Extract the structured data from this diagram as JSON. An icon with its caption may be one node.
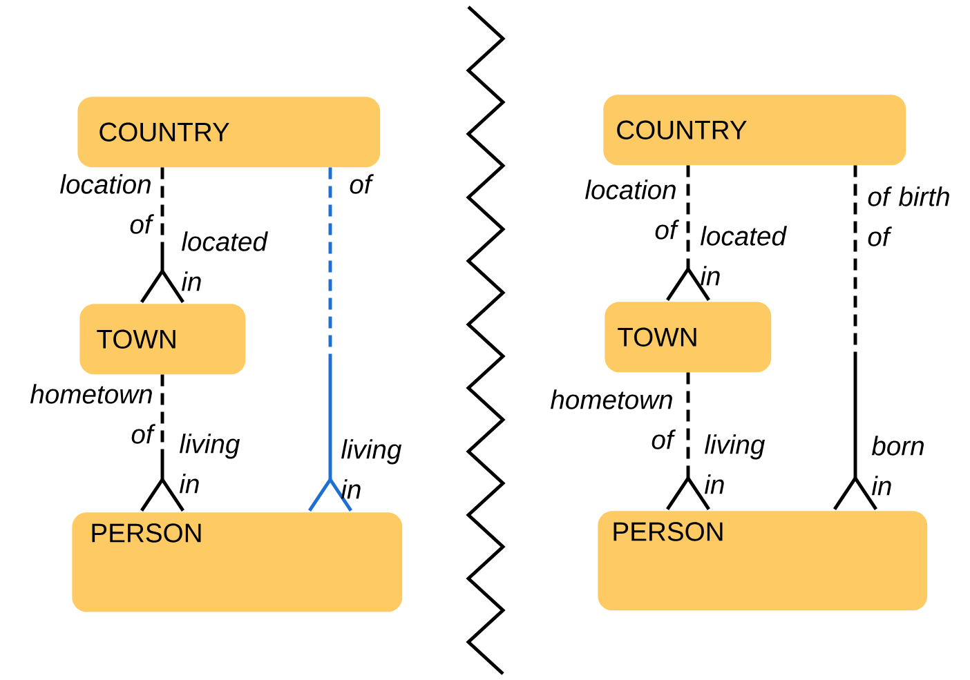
{
  "diagram": {
    "nodes": [
      {
        "text": [
          "COUNTRY"
        ]
      },
      {
        "text": [
          "TOWN"
        ]
      },
      {
        "text": [
          "PERSON"
        ]
      },
      {
        "text": [
          "COUNTRY"
        ]
      },
      {
        "text": [
          "TOWN"
        ]
      },
      {
        "text": [
          "PERSON"
        ]
      }
    ],
    "edges": [
      {
        "from": 0,
        "to": 1,
        "arrow": "other",
        "style": "dashed"
      },
      {
        "from": 0,
        "to": 2,
        "arrow": "other",
        "style": "dashed",
        "color": "#1f6fd2"
      },
      {
        "from": 1,
        "to": 2,
        "arrow": "other",
        "style": "dashed"
      },
      {
        "from": 3,
        "to": 4,
        "arrow": "other",
        "style": "dashed"
      },
      {
        "from": 3,
        "to": 5,
        "arrow": "other",
        "style": "dashed"
      },
      {
        "from": 4,
        "to": 5,
        "arrow": "other",
        "style": "dashed"
      }
    ],
    "labels": [
      "location of",
      "of",
      "located in",
      "hometown of",
      "living in",
      "living in",
      "location of",
      "of birth of",
      "located in",
      "hometown of",
      "living in",
      "born in"
    ]
  }
}
